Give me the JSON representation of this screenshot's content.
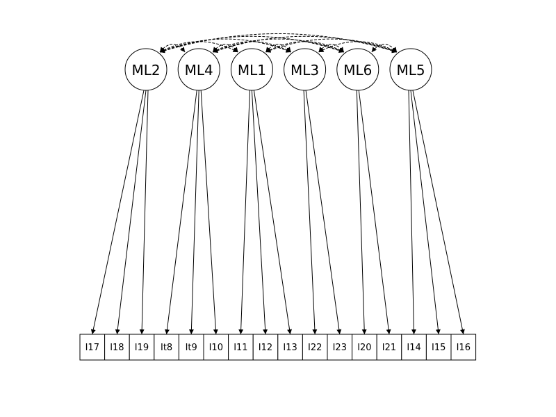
{
  "diagram": {
    "factors": [
      "ML2",
      "ML4",
      "ML1",
      "ML3",
      "ML6",
      "ML5"
    ],
    "items": [
      "I17",
      "I18",
      "I19",
      "It8",
      "It9",
      "I10",
      "I11",
      "I12",
      "I13",
      "I22",
      "I23",
      "I20",
      "I21",
      "I14",
      "I15",
      "I16"
    ],
    "loadings": [
      {
        "factor": "ML2",
        "item": "I17"
      },
      {
        "factor": "ML2",
        "item": "I18"
      },
      {
        "factor": "ML2",
        "item": "I19"
      },
      {
        "factor": "ML4",
        "item": "It8"
      },
      {
        "factor": "ML4",
        "item": "It9"
      },
      {
        "factor": "ML4",
        "item": "I10"
      },
      {
        "factor": "ML1",
        "item": "I11"
      },
      {
        "factor": "ML1",
        "item": "I12"
      },
      {
        "factor": "ML1",
        "item": "I13"
      },
      {
        "factor": "ML3",
        "item": "I22"
      },
      {
        "factor": "ML3",
        "item": "I23"
      },
      {
        "factor": "ML6",
        "item": "I20"
      },
      {
        "factor": "ML6",
        "item": "I21"
      },
      {
        "factor": "ML5",
        "item": "I14"
      },
      {
        "factor": "ML5",
        "item": "I15"
      },
      {
        "factor": "ML5",
        "item": "I16"
      }
    ],
    "correlations": [
      [
        "ML2",
        "ML4"
      ],
      [
        "ML2",
        "ML1"
      ],
      [
        "ML2",
        "ML3"
      ],
      [
        "ML2",
        "ML6"
      ],
      [
        "ML2",
        "ML5"
      ],
      [
        "ML4",
        "ML1"
      ],
      [
        "ML4",
        "ML3"
      ],
      [
        "ML4",
        "ML6"
      ],
      [
        "ML4",
        "ML5"
      ],
      [
        "ML1",
        "ML3"
      ],
      [
        "ML1",
        "ML6"
      ],
      [
        "ML1",
        "ML5"
      ],
      [
        "ML3",
        "ML6"
      ],
      [
        "ML3",
        "ML5"
      ],
      [
        "ML6",
        "ML5"
      ]
    ],
    "colors": {
      "stroke": "#000000",
      "fill": "#ffffff"
    }
  }
}
